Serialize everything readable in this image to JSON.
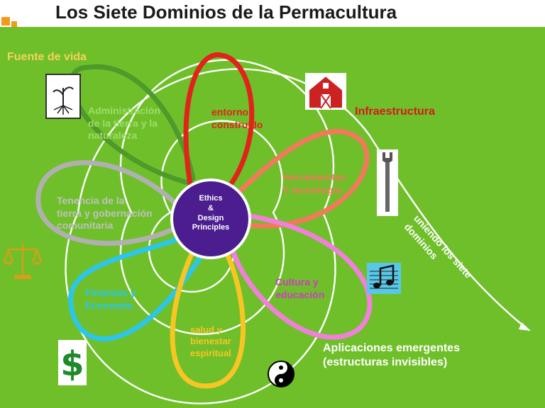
{
  "title": "Los Siete Dominios de la Permacultura",
  "center": {
    "text": "Ethics\n&\nDesign\nPrinciples"
  },
  "labels": {
    "source_of_life": "Fuente de vida",
    "land": "Administración\nde la tierra y la\nnaturaleza",
    "built": "entorno\nconstruido",
    "infrastructure": "Infraestructura",
    "tools": "Herramientas\nY tecnología",
    "tenure": "Tenencia de la\ntierra y gobernación\ncomunitaria",
    "finance": "Finanzas y\nEconomía",
    "health": "salud y\nbienestar\nespiritual",
    "culture": "Cultura y\neducación",
    "uniting": "uniendo los siete\ndominios",
    "emerging": "Aplicaciones emergentes\n(estructuras invisibles)"
  },
  "icons": [
    "seedling-icon",
    "barn-icon",
    "wrench-icon",
    "scales-icon",
    "music-notes-icon",
    "dollar-icon",
    "yin-yang-icon"
  ],
  "colors": {
    "background": "#6fbf2a",
    "accent": "#f29a1a",
    "center_fill": "#4b1d8f",
    "land": "#4e9a2a",
    "built": "#e0241b",
    "tools": "#f07a5a",
    "tenure": "#b0b0b0",
    "finance": "#2cc6e8",
    "health": "#f7c624",
    "culture": "#f080d8"
  }
}
